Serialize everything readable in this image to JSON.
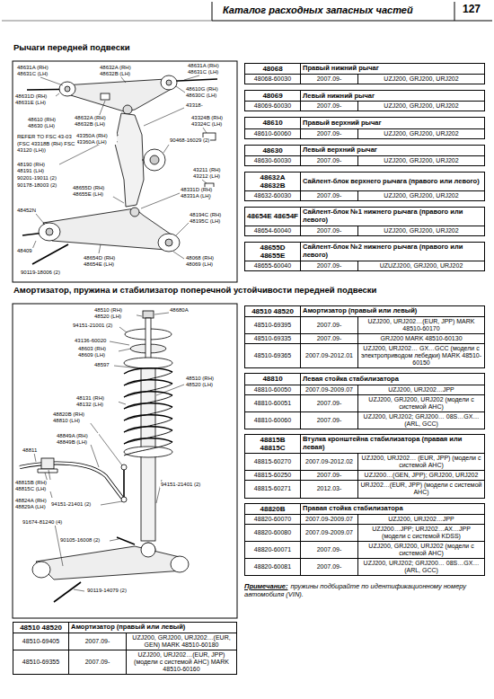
{
  "diagram": {
    "title": "Каталог расходных запасных частей",
    "nodes": [
      {
        "text": [
          "48068",
          "Правый нижний рычаг",
          "48068-60030",
          "2007.09-",
          "UZJ200, GRJ200, URJ202"
        ]
      },
      {
        "text": [
          "48069",
          "Левый нижний рычаг",
          "48069-60030",
          "2007.09-",
          "UZJ200, GRJ200, URJ202"
        ]
      },
      {
        "text": [
          "48610",
          "Правый верхний рычаг",
          "48610-60060",
          "2007.09-",
          "UZJ200, GRJ200, URJ202"
        ]
      },
      {
        "text": [
          "48630",
          "Левый верхний рычаг",
          "48630-60030",
          "2007.09-",
          "UZJ200, GRJ200, URJ202"
        ]
      },
      {
        "text": [
          "48632A 48632B",
          "Сайлент-блок верхнего рычага (правого или левого)",
          "48632-60030",
          "2007.09-",
          "UZJ200, GRJ200, URJ202"
        ]
      },
      {
        "text": [
          "48654E 48654F",
          "Сайлент-блок №1 нижнего рычага (правого или левого)",
          "48654-60040",
          "2007.09-",
          "UZJ200, GRJ200, URJ202"
        ]
      },
      {
        "text": [
          "48655D 48655E",
          "Сайлент-блок №2 нижнего рычага (правого или левого)",
          "48655-60040",
          "2007.09-",
          "UZUZJ200, GRJ200, URJ202"
        ]
      },
      {
        "text": [
          "48510 48520",
          "Амортизатор (правый или левый)",
          "48510-69395",
          "2007.09-",
          "UZJ200, URJ202…(EUR, JPP) MARK 48510-60170",
          "48510-69335",
          "2007.09-",
          "GRJ200 MARK 48510-60130",
          "48510-69365",
          "2007.09-2012.01",
          "UZJ200, URJ202… GX…GCC (модели с электроприводом лебедки) MARK 48510-60150"
        ]
      },
      {
        "text": [
          "48810",
          "Левая стойка стабилизатора",
          "48810-60050",
          "2007.09-2009.07",
          "UZJ200, URJ202…JPP",
          "48810-60051",
          "2007.09-",
          "UZJ200, GRJ200, URJ202 (модели с системой AHC)",
          "48810-60060",
          "2007.09-",
          "UZJ200, URJ202; GRJ200… 08S…GX…(ARL, GCC)"
        ]
      },
      {
        "text": [
          "48815B 48815C",
          "Втулка кронштейна стабилизатора (правая или левая)",
          "48815-60270",
          "2007.09-2012.02",
          "UZJ200, URJ202… (EUR, JPP) (модели с системой AHC)",
          "48815-60250",
          "2007.09-",
          "UZJ200…(GEN, JPP); GRJ200, URJ202",
          "48815-60271",
          "2012.03-",
          "URJ202…(EUR, JPP) (модели с системой AHC)"
        ]
      },
      {
        "text": [
          "48820B",
          "Правая стойка стабилизатора",
          "48820-60070",
          "2007.09-2009.07",
          "UZJ200, URJ202…JPP",
          "48820-60080",
          "2007.09-2009.07",
          "UZJ200…JPP; URJ202…AX…JPP (модели с системой KDSS)",
          "48820-60071",
          "2007.09-",
          "UZJ200, GRJ200, URJ202 (модели с системой AHC)",
          "48820-60081",
          "2007.09-",
          "UZJ200, URJ202; GRJ200… 08S…GX…(ARL, GCC)"
        ]
      },
      {
        "text": [
          "48510 48520",
          "Амортизатор (правый или левый)",
          "48510-69405",
          "2007.09-",
          "UZJ200, GRJ200, URJ202…(EUR, GEN) MARK 48510-60180",
          "48510-69355",
          "2007.09-",
          "UZJ200, URJ202…(EUR, JPP) (модели с системой AHC) MARK 48510-60160"
        ]
      }
    ],
    "labels": [
      "127",
      "Рычаги передней подвески",
      "48631A (RH) 48631C (LH)",
      "48632A (RH) 48632B (LH)",
      "48631A (RH) 48631C (LH)",
      "48631D (RH) 48631E (LH)",
      "48632A (RH) 48632B (LH)",
      "48610G (RH) 48630C (LH)",
      "43318-",
      "48610 (RH) 48630 (LH)",
      "43350A (RH) 43360A (LH)",
      "90468-16029 (2)",
      "43324B (RH) 43324C (LH)",
      "REFER TO FSC 43-03",
      "(FSC 43318B (RH) FSC 43120 (LH))",
      "43211 (RH) 43212 (LH)",
      "48190 (RH) 48191 (LH)",
      "90201-19011 (2)",
      "90178-18003 (2)",
      "48331D (RH) 48331A (LH)",
      "48452N",
      "48655D (RH) 48655E (LH)",
      "48194C (RH) 48195C (LH)",
      "48409",
      "48068 (RH) 48069 (LH)",
      "48654D (RH) 48654E (LH)",
      "90119-18006 (2)",
      "Амортизатор, пружина и стабилизатор поперечной устойчивости передней подвески",
      "48680A",
      "48510 (RH) 48520 (LH)",
      "94151-21001 (2)",
      "43136-60020",
      "48603 (RH) 48609 (LH)",
      "48597",
      "48510 (RH) 48520 (LH)",
      "48131 (RH) 48132 (LH)",
      "48820B (RH) 48810 (LH)",
      "48811",
      "48849A (RH) 48849B (LH)",
      "48815B (RH) 48815C (LH)",
      "48824A (RH) 48829A (LH)",
      "94151-21401 (2)",
      "91674-81240 (4)",
      "94151-21401 (2)",
      "90105-16008 (2)",
      "90119-14079 (2)",
      "Примечание:",
      "пружины подбирайте по идентификационному номеру автомобиля (VIN)."
    ]
  }
}
